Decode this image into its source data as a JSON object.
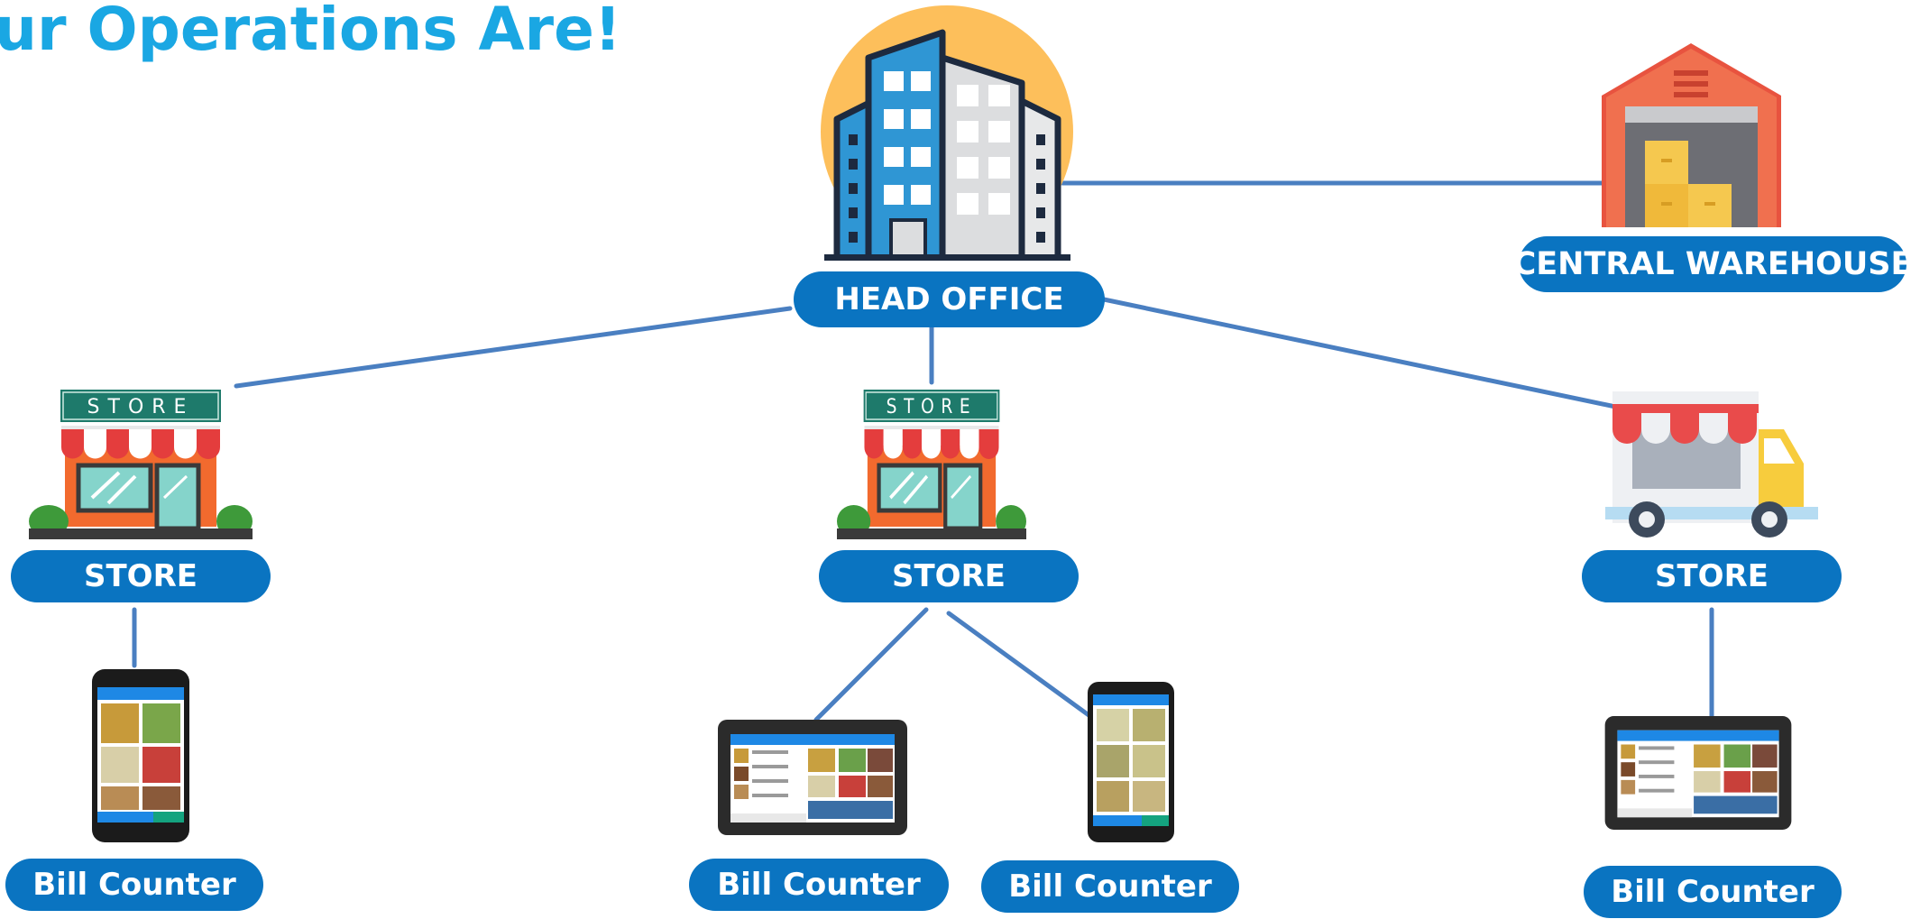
{
  "title": "ur Operations Are!",
  "nodes": {
    "head_office": "HEAD OFFICE",
    "central_warehouse": "CENTRAL WAREHOUSE",
    "store_left": "STORE",
    "store_center": "STORE",
    "store_right": "STORE"
  },
  "store_signs": {
    "left": "STORE",
    "center": "STORE"
  },
  "bill_counters": {
    "left": "Bill Counter",
    "center_tablet": "Bill Counter",
    "center_phone": "Bill Counter",
    "right": "Bill Counter"
  },
  "colors": {
    "pill": "#0a74c1",
    "title": "#1aa7e3",
    "connector": "#4a7fc1"
  }
}
